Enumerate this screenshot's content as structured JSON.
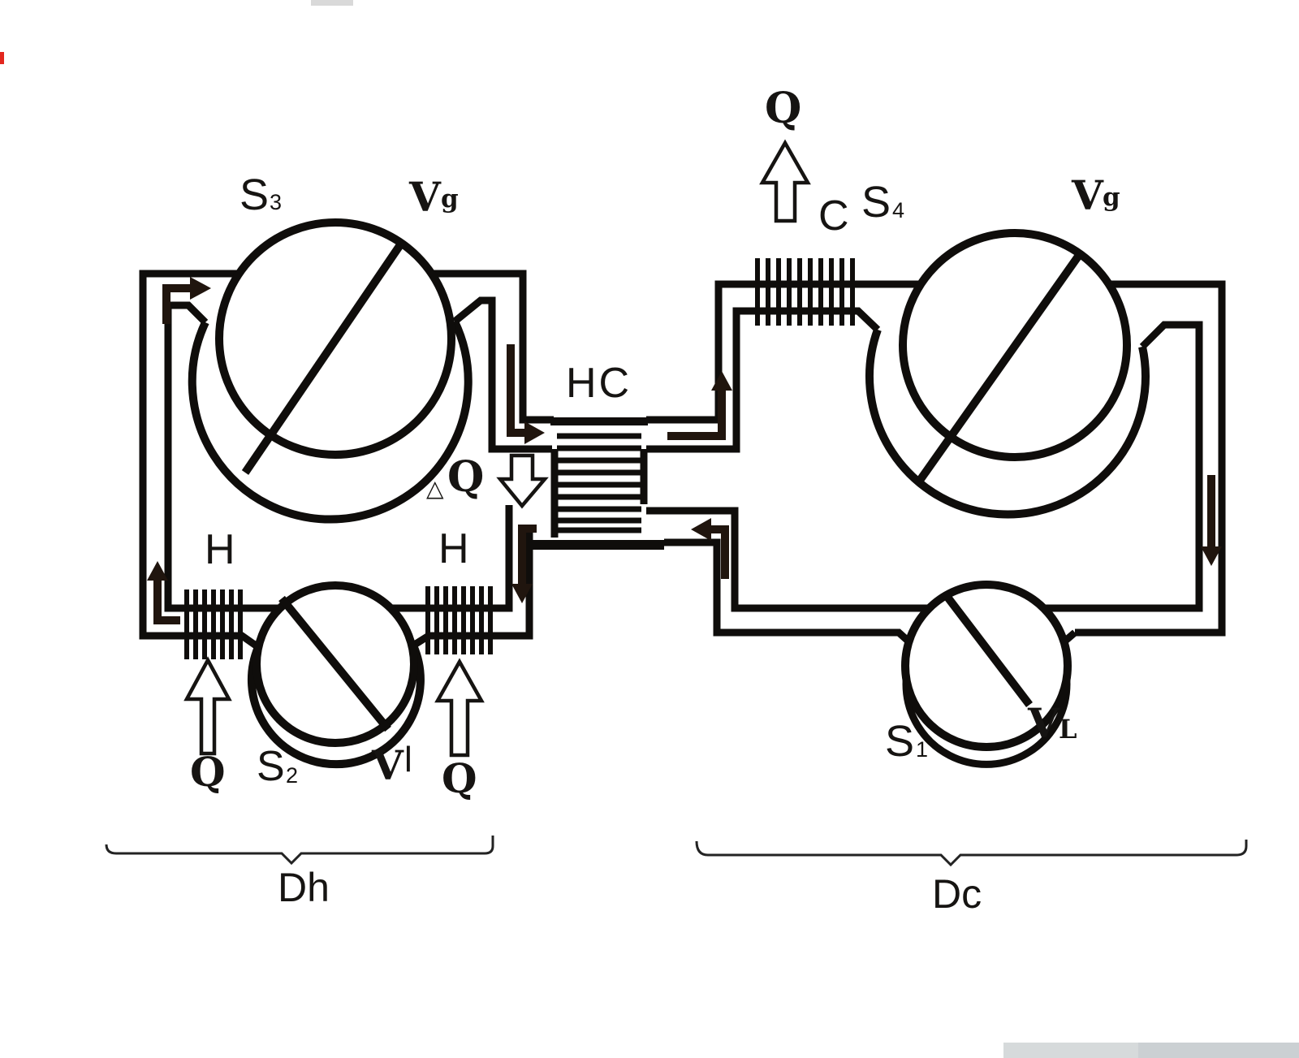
{
  "diagram": {
    "kind": "thermodynamic displacer machine schematic",
    "left_unit": {
      "brace_label": "Dh",
      "top_displacer": {
        "space": "S3",
        "volume": "Vg"
      },
      "bottom_displacer": {
        "space": "S2",
        "volume": "Vl"
      },
      "heater_sections": [
        "H",
        "H"
      ],
      "heat_inputs": [
        "Q",
        "Q"
      ]
    },
    "right_unit": {
      "brace_label": "Dc",
      "top_displacer": {
        "space": "S4",
        "volume": "Vg"
      },
      "bottom_displacer": {
        "space": "S1",
        "volume": "VL"
      },
      "cooler_section": "C",
      "heat_output": "Q"
    },
    "heat_exchanger": {
      "label": "HC",
      "transfer_label": "△Q"
    }
  },
  "labels": {
    "s3": "S",
    "s3_sub": "3",
    "vg_left_v": "V",
    "vg_left_g": "g",
    "h_left": "H",
    "h_right": "H",
    "hc": "HC",
    "delta_tri": "△",
    "delta_q": "Q",
    "q_bottom_left": "Q",
    "s2": "S",
    "s2_sub": "2",
    "vl_left_v": "V",
    "vl_left_l": "l",
    "q_bottom_mid": "Q",
    "q_top_right": "Q",
    "c": "C",
    "s4": "S",
    "s4_sub": "4",
    "vg_right_v": "V",
    "vg_right_g": "g",
    "s1": "S",
    "s1_sub": "1",
    "vl_right_v": "V",
    "vl_right_sub": "L",
    "dh": "Dh",
    "dc": "Dc"
  },
  "colors": {
    "pipe_line": "#0f0d0b",
    "flow_arrow": "#20150e",
    "text": "#161412",
    "paper": "#ffffff",
    "artifact_red": "#e3271e",
    "artifact_gray": "#d6dadb"
  }
}
